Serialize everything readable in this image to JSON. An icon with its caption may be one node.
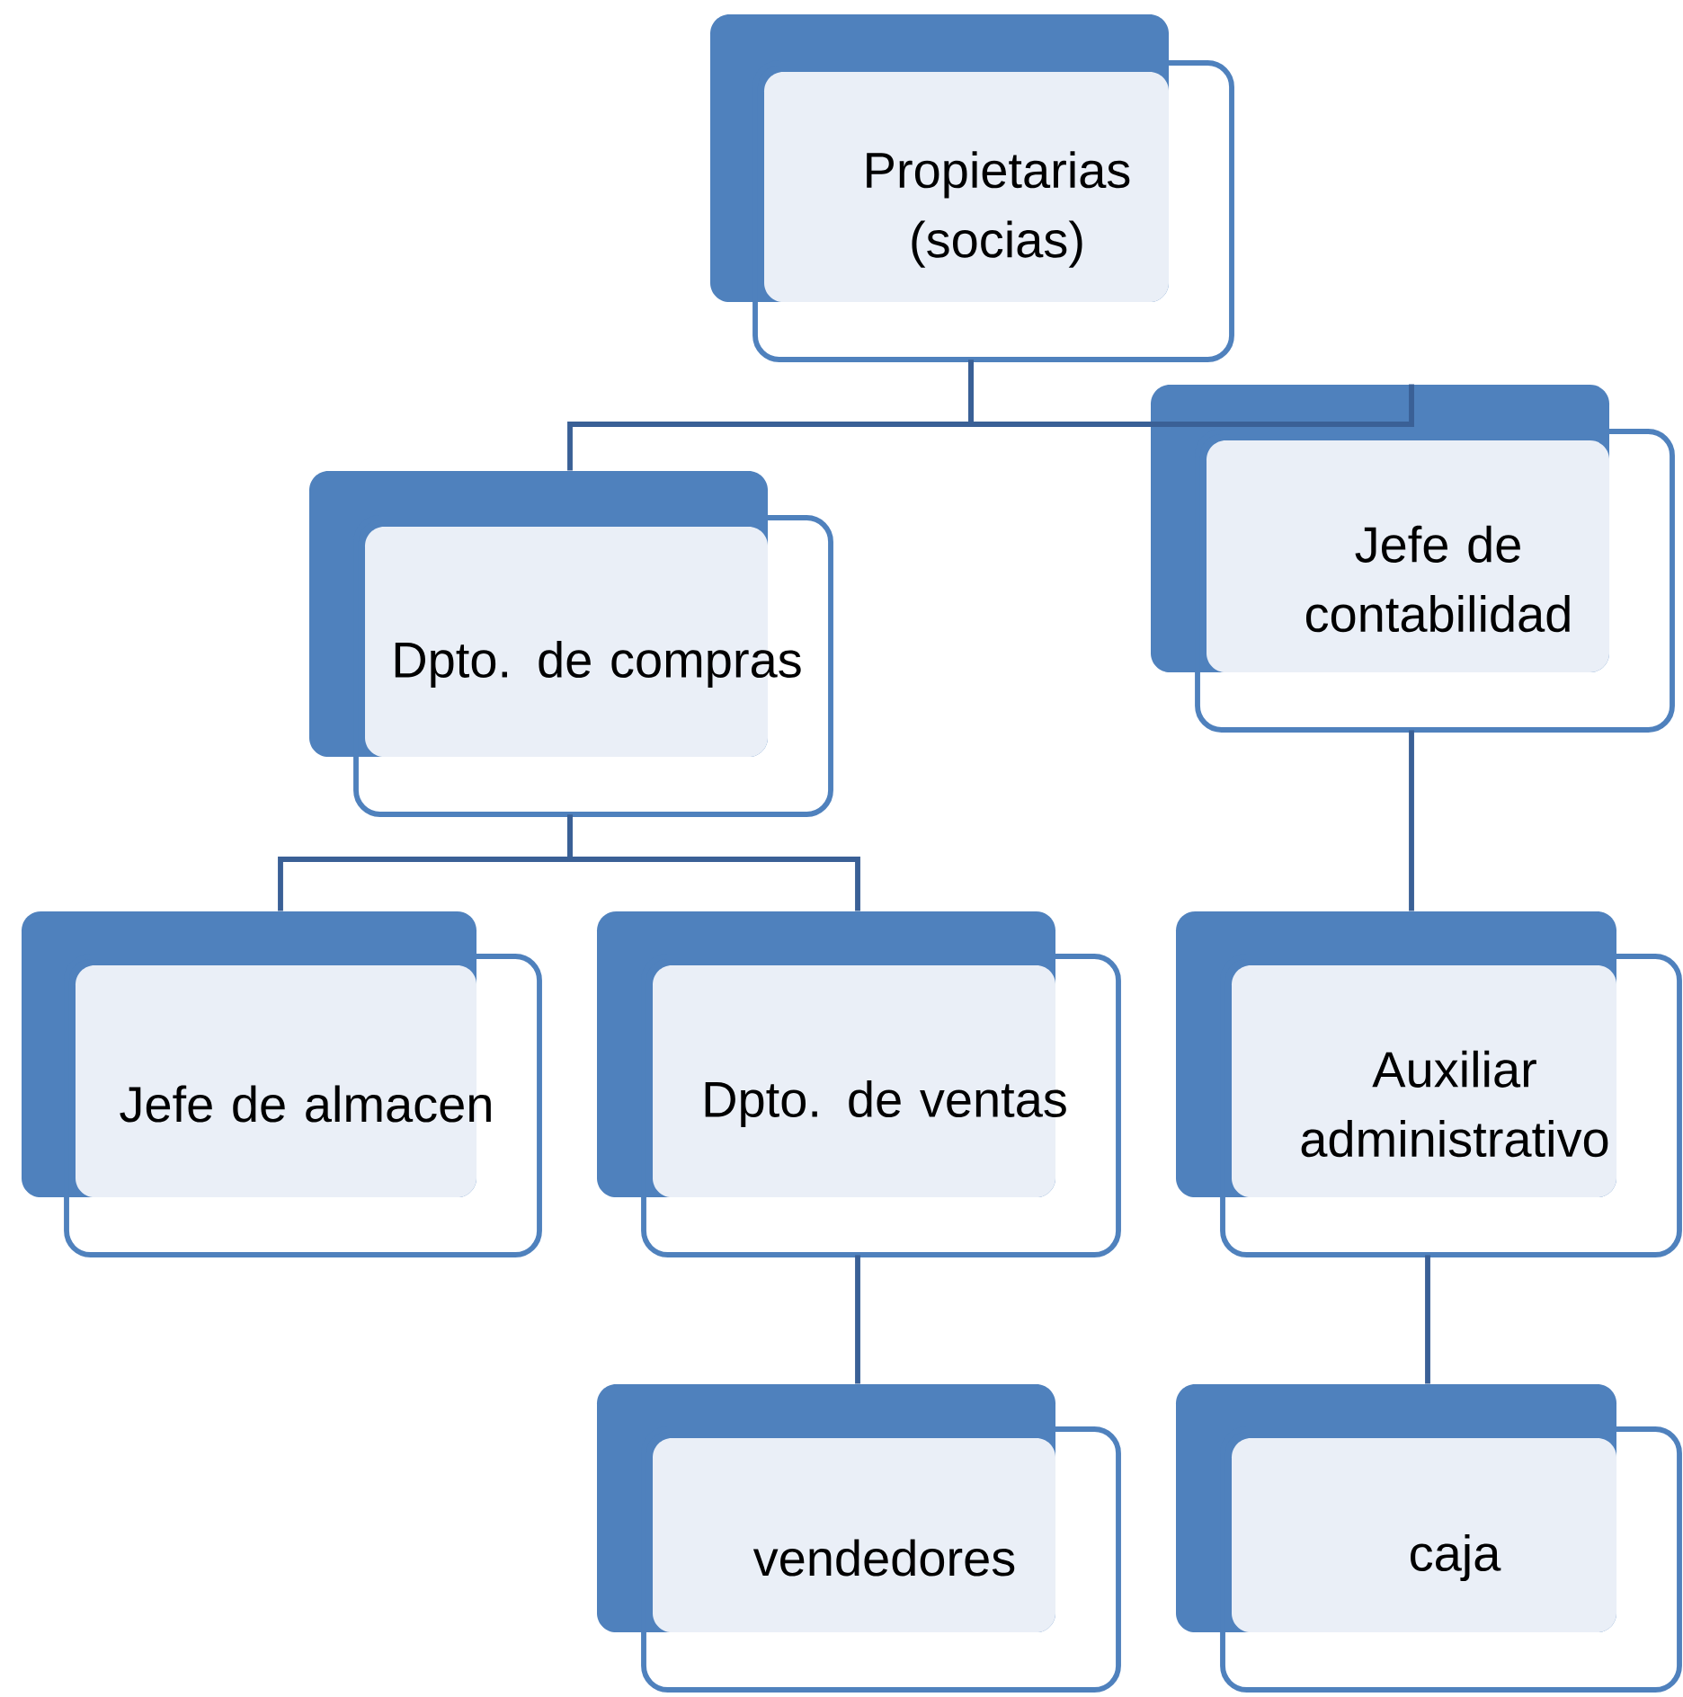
{
  "diagram": {
    "nodes": [
      {
        "text": [
          "Propietarias (socias)"
        ]
      },
      {
        "text": [
          "Dpto. de compras"
        ]
      },
      {
        "text": [
          "Jefe de contabilidad"
        ]
      },
      {
        "text": [
          "Jefe de almacen"
        ]
      },
      {
        "text": [
          "Dpto. de ventas"
        ]
      },
      {
        "text": [
          "Auxiliar administrativo"
        ]
      },
      {
        "text": [
          "vendedores"
        ]
      },
      {
        "text": [
          "caja"
        ]
      }
    ],
    "edges": [
      {
        "from": 0,
        "to": 1,
        "arrow": "none"
      },
      {
        "from": 0,
        "to": 2,
        "arrow": "none"
      },
      {
        "from": 1,
        "to": 3,
        "arrow": "none"
      },
      {
        "from": 1,
        "to": 4,
        "arrow": "none"
      },
      {
        "from": 2,
        "to": 5,
        "arrow": "none"
      },
      {
        "from": 4,
        "to": 6,
        "arrow": "none"
      },
      {
        "from": 5,
        "to": 7,
        "arrow": "none"
      }
    ]
  }
}
